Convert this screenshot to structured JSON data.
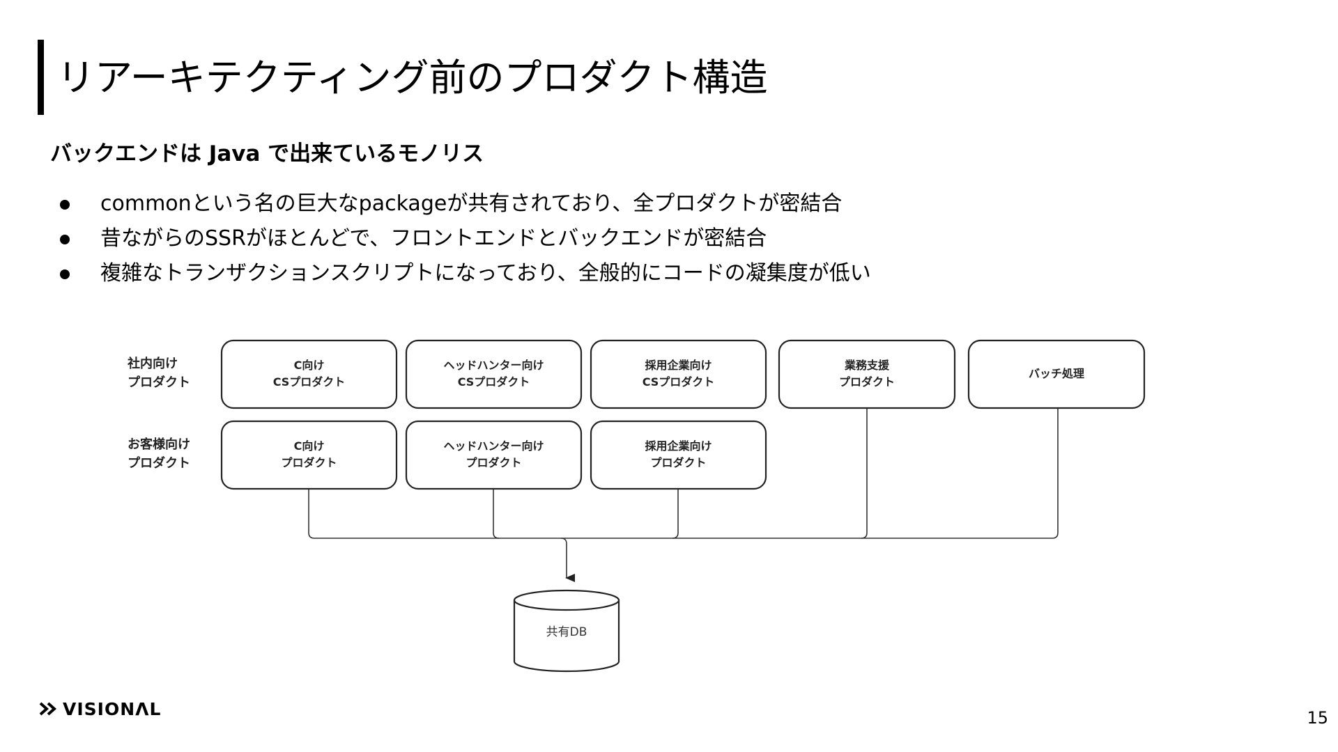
{
  "slide": {
    "title": "リアーキテクティング前のプロダクト構造",
    "subtitle": "バックエンドは Java で出来ているモノリス",
    "bullets": [
      "commonという名の巨大なpackageが共有されており、全プロダクトが密結合",
      "昔ながらのSSRがほとんどで、フロントエンドとバックエンドが密結合",
      "複雑なトランザクションスクリプトになっており、全般的にコードの凝集度が低い"
    ],
    "page_number": "15"
  },
  "logo": {
    "icon": "double-chevron-icon",
    "text": "VISIONΛL"
  },
  "diagram": {
    "row_labels": [
      [
        "社内向け",
        "プロダクト"
      ],
      [
        "お客様向け",
        "プロダクト"
      ]
    ],
    "internal_boxes": [
      [
        "C向け",
        "CSプロダクト"
      ],
      [
        "ヘッドハンター向け",
        "CSプロダクト"
      ],
      [
        "採用企業向け",
        "CSプロダクト"
      ],
      [
        "業務支援",
        "プロダクト"
      ],
      [
        "バッチ処理"
      ]
    ],
    "customer_boxes": [
      [
        "C向け",
        "プロダクト"
      ],
      [
        "ヘッドハンター向け",
        "プロダクト"
      ],
      [
        "採用企業向け",
        "プロダクト"
      ]
    ],
    "database": "共有DB"
  }
}
